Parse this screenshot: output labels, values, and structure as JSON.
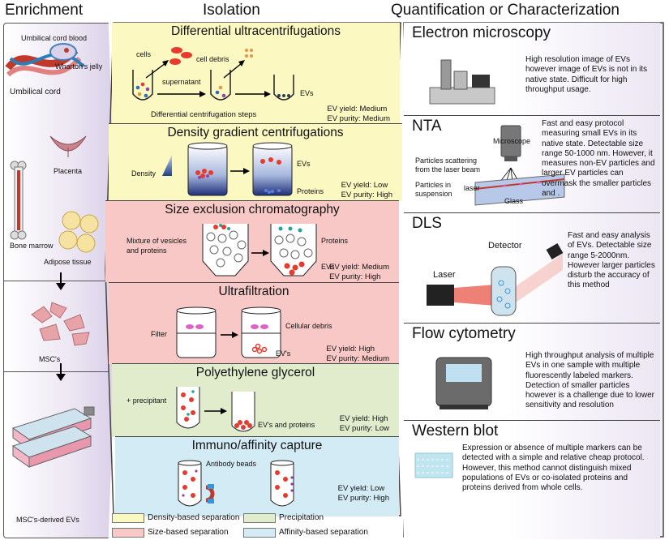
{
  "columns": {
    "enrichment": "Enrichment",
    "isolation": "Isolation",
    "quantification": "Quantification or Characterization"
  },
  "enrichment": {
    "umbilical_cord_blood": "Umbilical cord blood",
    "whartons_jelly": "Wharton's jelly",
    "umbilical_cord": "Umbilical cord",
    "placenta": "Placenta",
    "bone_marrow": "Bone marrow",
    "adipose_tissue": "Adipose tissue",
    "mscs": "MSC's",
    "msc_derived_evs": "MSC's-derived EVs"
  },
  "isolation": [
    {
      "title": "Differential ultracentrifugations",
      "yield": "EV yield: Medium",
      "purity": "EV purity: Medium",
      "labels": {
        "cells": "cells",
        "cell_debris": "cell debris",
        "supernatant": "supernatant",
        "evs": "EVs",
        "steps": "Differential centrifugation steps"
      },
      "color": "#fbf8c2"
    },
    {
      "title": "Density gradient centrifugations",
      "yield": "EV yield: Low",
      "purity": "EV purity: High",
      "labels": {
        "density": "Density",
        "evs": "EVs",
        "proteins": "Proteins"
      },
      "color": "#fbf8c2"
    },
    {
      "title": "Size exclusion chromatography",
      "yield": "EV yield: Medium",
      "purity": "EV purity: High",
      "labels": {
        "mixture": "Mixture of vesicles",
        "and_proteins": "and proteins",
        "proteins": "Proteins",
        "evs": "EVs"
      },
      "color": "#f7c8c6"
    },
    {
      "title": "Ultrafiltration",
      "yield": "EV yield: High",
      "purity": "EV purity: Medium",
      "labels": {
        "filter": "Filter",
        "cellular_debris": "Cellular debris",
        "evs": "EV's"
      },
      "color": "#f7c8c6"
    },
    {
      "title": "Polyethylene glycerol",
      "yield": "EV yield: High",
      "purity": "EV purity: Low",
      "labels": {
        "precipitant": "+ precipitant",
        "evs_proteins": "EV's and proteins"
      },
      "color": "#e1eccd"
    },
    {
      "title": "Immuno/affinity capture",
      "yield": "EV yield: Low",
      "purity": "EV purity: High",
      "labels": {
        "antibody_beads": "Antibody beads"
      },
      "color": "#d3ebf5"
    }
  ],
  "characterization": [
    {
      "title": "Electron microscopy",
      "description": "High resolution image of EVs however image of EVs is not in its native state. Difficult for high throughput usage."
    },
    {
      "title": "NTA",
      "description": "Fast and easy protocol measuring small EVs in its native state. Detectable size range 50-1000 nm. However, it measures non-EV particles and larger EV particles can overmask the smaller particles and .",
      "labels": {
        "microscope": "Microscope",
        "scatter1": "Particles scattering",
        "scatter2": "from the laser beam",
        "susp1": "Particles in",
        "susp2": "suspension",
        "laser": "laser",
        "glass": "Glass"
      }
    },
    {
      "title": "DLS",
      "description": "Fast and easy analysis of EVs. Detectable size range 5-2000nm. However larger particles disturb the accuracy of this method",
      "labels": {
        "detector": "Detector",
        "laser": "Laser"
      }
    },
    {
      "title": "Flow cytometry",
      "description": "High throughput analysis of multiple EVs in one sample with multiple fluorescently labeled markers. Detection of  smaller particles however is a challenge due to lower sensitivity and resolution"
    },
    {
      "title": "Western blot",
      "description": "Expression or absence of multiple markers can be detected with a simple and relative cheap protocol. However, this method cannot distinguish mixed populations  of EVs or co-isolated proteins and proteins derived from whole cells."
    }
  ],
  "legend": [
    {
      "label": "Density-based separation",
      "color": "#fbf8c2"
    },
    {
      "label": "Precipitation",
      "color": "#e1eccd"
    },
    {
      "label": "Size-based separation",
      "color": "#f7c8c6"
    },
    {
      "label": "Affinity-based separation",
      "color": "#d3ebf5"
    }
  ]
}
